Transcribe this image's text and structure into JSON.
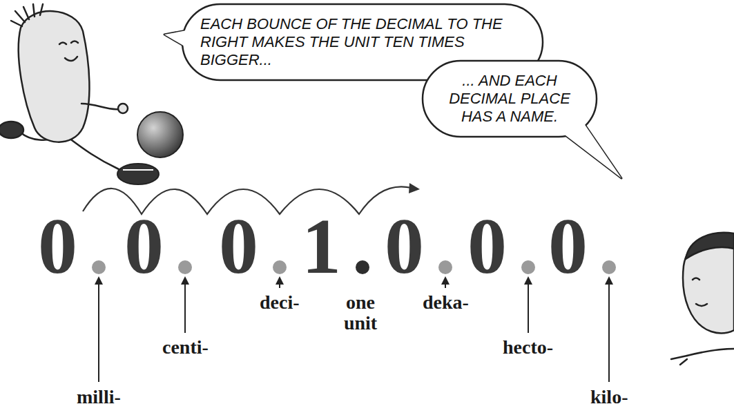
{
  "diagram": {
    "nodes": [
      {
        "text": [
          "EACH BOUNCE OF THE DECIMAL TO THE RIGHT MAKES THE UNIT TEN TIMES BIGGER..."
        ]
      },
      {
        "text": [
          "... AND EACH DECIMAL PLACE HAS A NAME."
        ]
      }
    ],
    "labels": [
      "0",
      "0",
      "0",
      "1",
      "0",
      "0",
      "0",
      "milli-",
      "centi-",
      "deci-",
      "one unit",
      "deka-",
      "hecto-",
      "kilo-"
    ]
  }
}
